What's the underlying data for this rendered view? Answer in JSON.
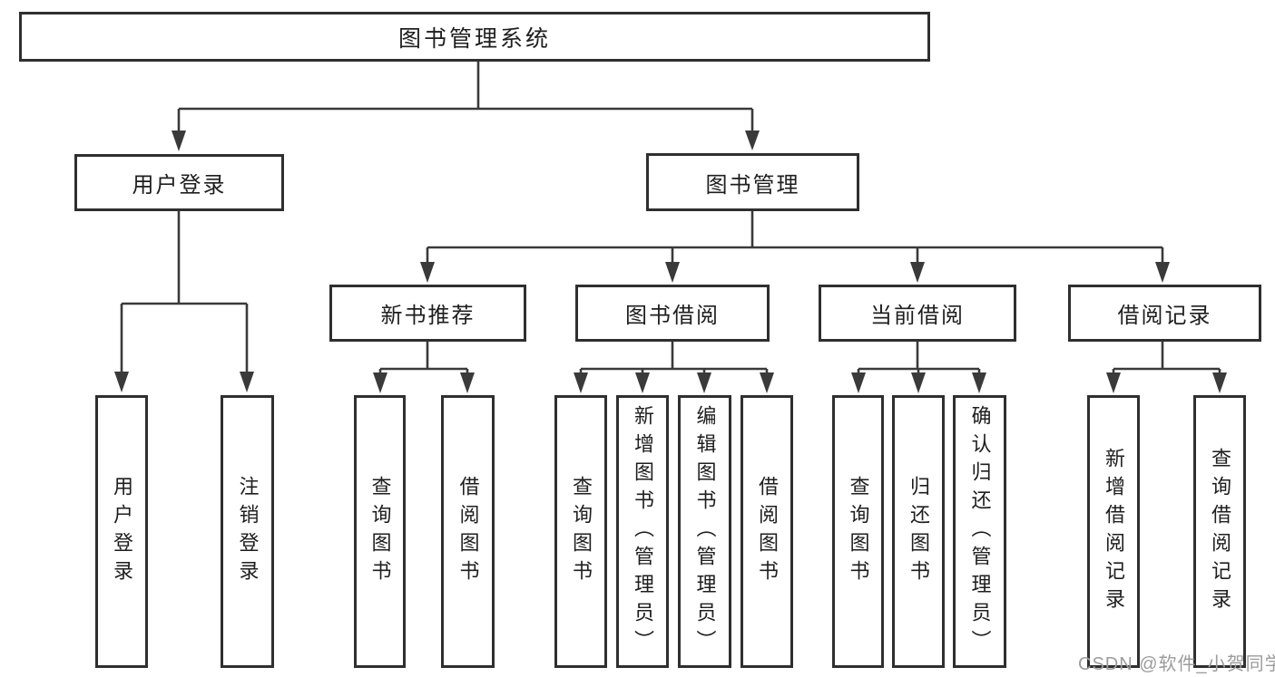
{
  "diagram": {
    "type": "hierarchy-tree",
    "nodes": {
      "root": "图书管理系统",
      "user_login": "用户登录",
      "book_management": "图书管理",
      "new_book_recommend": "新书推荐",
      "book_borrow": "图书借阅",
      "current_borrow": "当前借阅",
      "borrow_records": "借阅记录",
      "leaf_user_login": "用户登录",
      "leaf_logout": "注销登录",
      "leaf_nb_query_books": "查询图书",
      "leaf_nb_borrow_books": "借阅图书",
      "leaf_bw_query_books": "查询图书",
      "leaf_bw_add_books": "新增图书（管理员）",
      "leaf_bw_edit_books": "编辑图书（管理员）",
      "leaf_bw_borrow_books": "借阅图书",
      "leaf_cur_query_books": "查询图书",
      "leaf_cur_return_books": "归还图书",
      "leaf_cur_confirm_return": "确认归还（管理员）",
      "leaf_rec_add_record": "新增借阅记录",
      "leaf_rec_query_record": "查询借阅记录"
    },
    "edges": [
      [
        "图书管理系统",
        "用户登录"
      ],
      [
        "图书管理系统",
        "图书管理"
      ],
      [
        "用户登录",
        "用户登录(叶)"
      ],
      [
        "用户登录",
        "注销登录"
      ],
      [
        "图书管理",
        "新书推荐"
      ],
      [
        "图书管理",
        "图书借阅"
      ],
      [
        "图书管理",
        "当前借阅"
      ],
      [
        "图书管理",
        "借阅记录"
      ],
      [
        "新书推荐",
        "查询图书"
      ],
      [
        "新书推荐",
        "借阅图书"
      ],
      [
        "图书借阅",
        "查询图书"
      ],
      [
        "图书借阅",
        "新增图书（管理员）"
      ],
      [
        "图书借阅",
        "编辑图书（管理员）"
      ],
      [
        "图书借阅",
        "借阅图书"
      ],
      [
        "当前借阅",
        "查询图书"
      ],
      [
        "当前借阅",
        "归还图书"
      ],
      [
        "当前借阅",
        "确认归还（管理员）"
      ],
      [
        "借阅记录",
        "新增借阅记录"
      ],
      [
        "借阅记录",
        "查询借阅记录"
      ]
    ],
    "colors": {
      "line": "#3a3a3a",
      "box_border": "#2f2f2f",
      "text": "#1e1e1e",
      "watermark": "#9c9c9c",
      "background": "#ffffff"
    }
  },
  "watermark": "CSDN @软件_小贺同学"
}
